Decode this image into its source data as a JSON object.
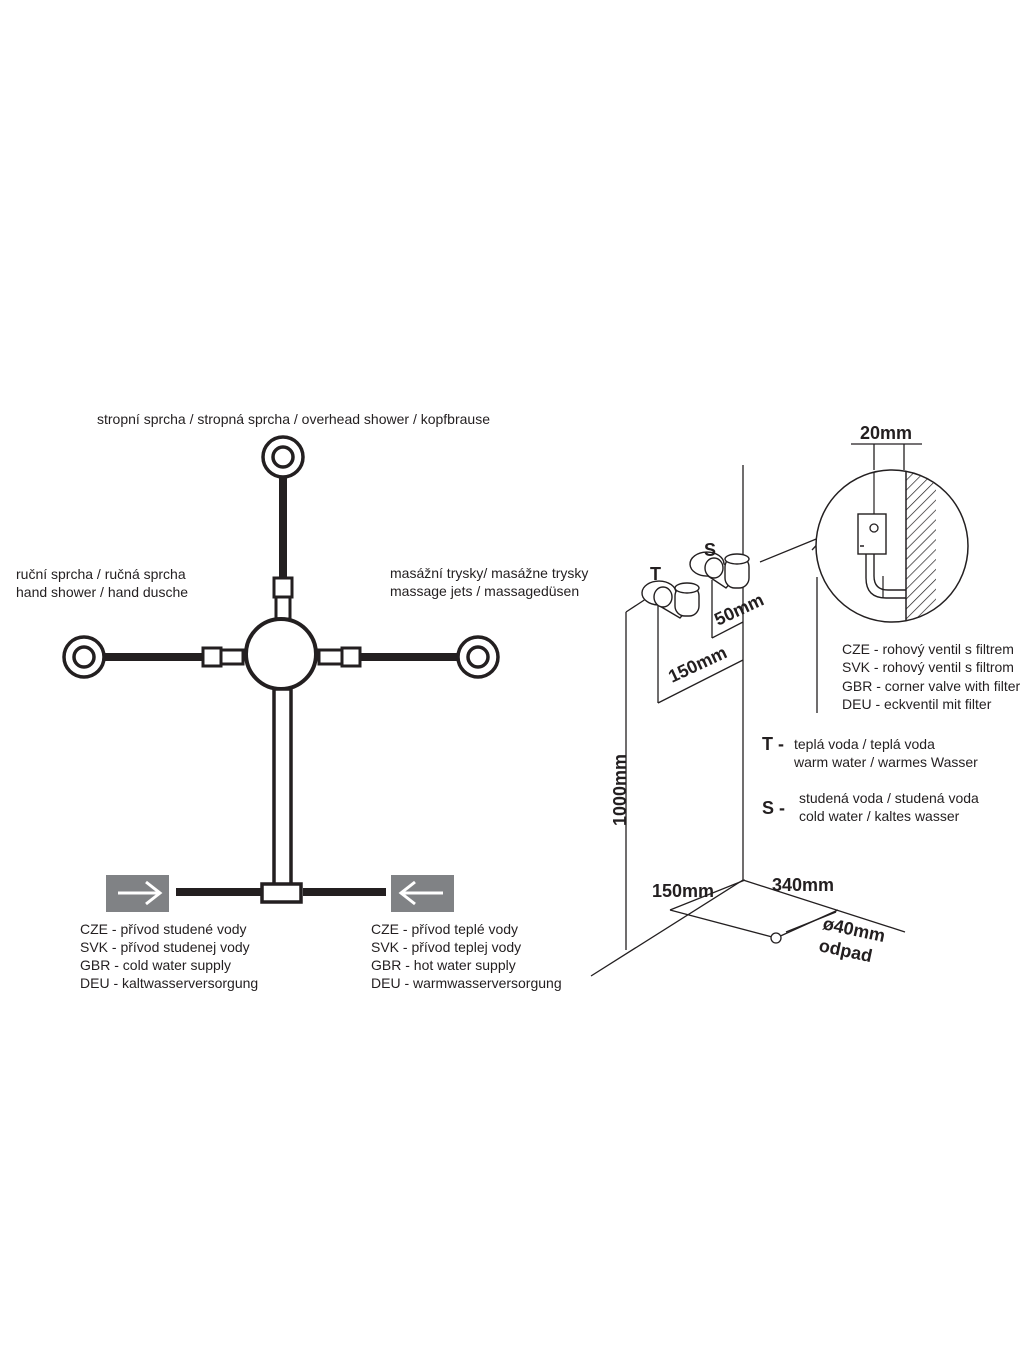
{
  "left_diagram": {
    "overhead_label": "stropní sprcha / stropná sprcha / overhead shower / kopfbrause",
    "hand_shower_label": [
      "ruční sprcha / ručná sprcha",
      "hand shower / hand dusche"
    ],
    "massage_label": [
      "masážní trysky/ masážne trysky",
      "massage jets / massagedüsen"
    ],
    "cold_supply": [
      "CZE - přívod studené vody",
      "SVK - přívod studenej vody",
      "GBR - cold water supply",
      "DEU - kaltwasserversorgung"
    ],
    "hot_supply": [
      "CZE - přívod teplé vody",
      "SVK - přívod teplej vody",
      "GBR - hot water supply",
      "DEU - warmwasserversorgung"
    ],
    "arrow_color": "#808285"
  },
  "right_diagram": {
    "dim_20": "20mm",
    "dim_50": "50mm",
    "dim_150_upper": "150mm",
    "dim_1000": "1000mm",
    "dim_150_floor": "150mm",
    "dim_340": "340mm",
    "drain_dim": "ø40mm",
    "drain_label": "odpad",
    "letter_t": "T",
    "letter_s": "S",
    "valve_legend": [
      "CZE - rohový ventil s filtrem",
      "SVK - rohový ventil s filtrom",
      "GBR - corner valve with filter",
      "DEU - eckventil mit filter"
    ],
    "t_key": "T -",
    "t_desc": [
      "teplá voda / teplá voda",
      "warm water / warmes Wasser"
    ],
    "s_key": "S -",
    "s_desc": [
      "studená voda / studená voda",
      "cold water / kaltes wasser"
    ]
  }
}
